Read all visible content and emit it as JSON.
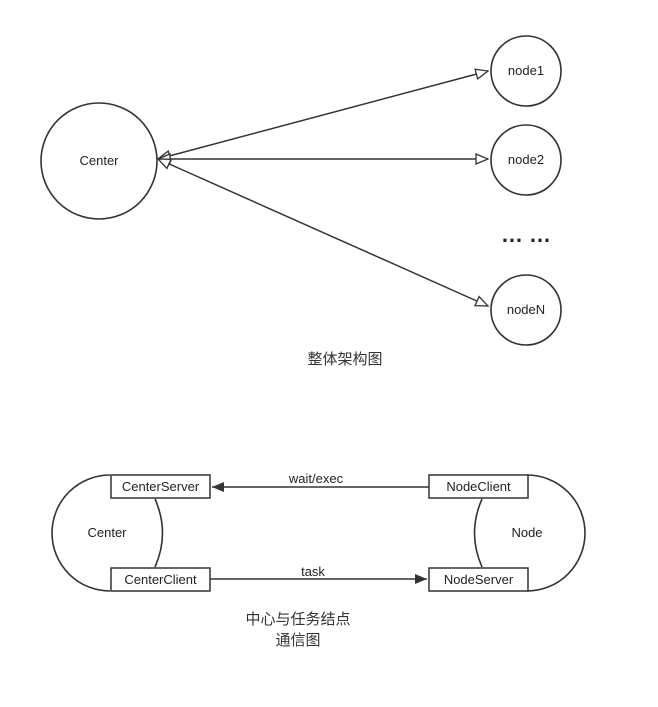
{
  "top_diagram": {
    "center_label": "Center",
    "nodes": [
      "node1",
      "node2",
      "nodeN"
    ],
    "ellipsis": "…  …",
    "caption": "整体架构图"
  },
  "bottom_diagram": {
    "center_label": "Center",
    "node_label": "Node",
    "center_server": "CenterServer",
    "center_client": "CenterClient",
    "node_client": "NodeClient",
    "node_server": "NodeServer",
    "edge_wait_exec": "wait/exec",
    "edge_task": "task",
    "caption_line1": "中心与任务结点",
    "caption_line2": "通信图"
  },
  "colors": {
    "stroke": "#333333",
    "background": "#ffffff"
  }
}
